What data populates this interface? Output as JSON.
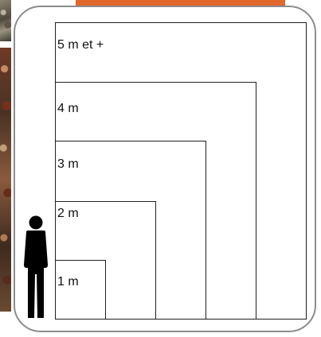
{
  "diagram": {
    "levels": [
      {
        "label": "5 m et +",
        "height_m": 5
      },
      {
        "label": "4 m",
        "height_m": 4
      },
      {
        "label": "3 m",
        "height_m": 3
      },
      {
        "label": "2 m",
        "height_m": 2
      },
      {
        "label": "1 m",
        "height_m": 1
      }
    ],
    "person_icon": "standing-person-icon"
  },
  "colors": {
    "accent": "#e2672b",
    "frame": "#8c8c8c",
    "lines": "#1f1f1f",
    "text": "#111111"
  }
}
